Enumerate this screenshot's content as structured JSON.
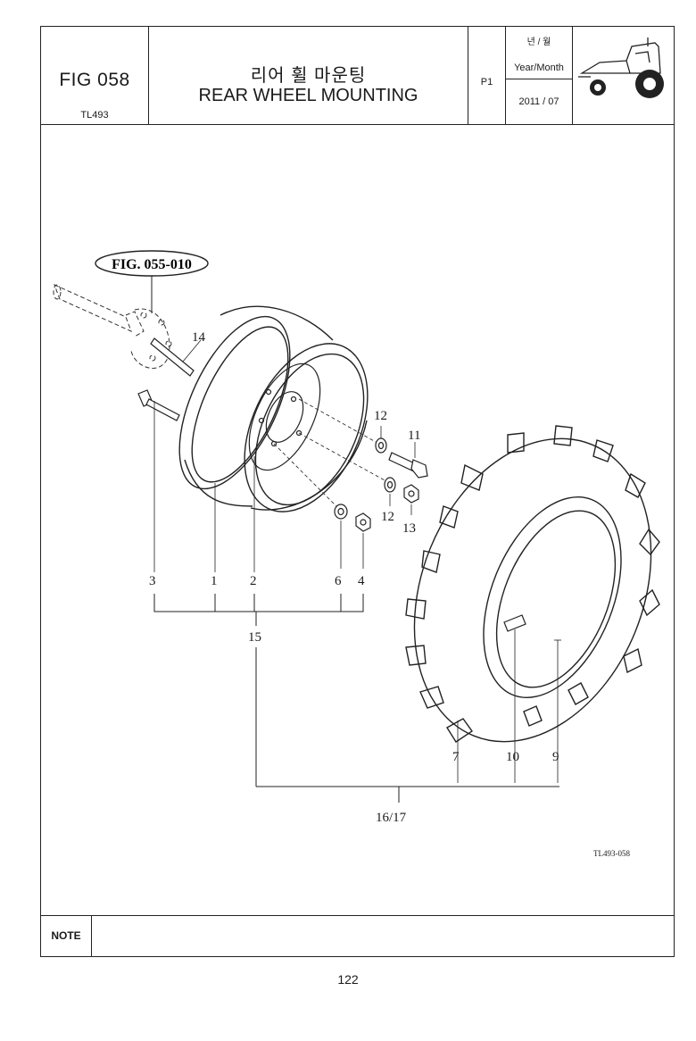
{
  "header": {
    "fig_no": "FIG 058",
    "model": "TL493",
    "title_ko": "리어 휠 마운팅",
    "title_en": "REAR WHEEL MOUNTING",
    "page": "P1",
    "ym_ko": "년 / 월",
    "ym_en": "Year/Month",
    "ym_value": "2011 / 07"
  },
  "diagram": {
    "ref_callout": "FIG. 055-010",
    "drawing_code": "TL493-058",
    "labels": {
      "l14": "14",
      "l12a": "12",
      "l11": "11",
      "l12b": "12",
      "l13": "13",
      "l3": "3",
      "l1": "1",
      "l2": "2",
      "l6": "6",
      "l4": "4",
      "l15": "15",
      "l7": "7",
      "l10": "10",
      "l9": "9",
      "l1617": "16/17"
    }
  },
  "footer": {
    "note_label": "NOTE",
    "page_number": "122"
  }
}
